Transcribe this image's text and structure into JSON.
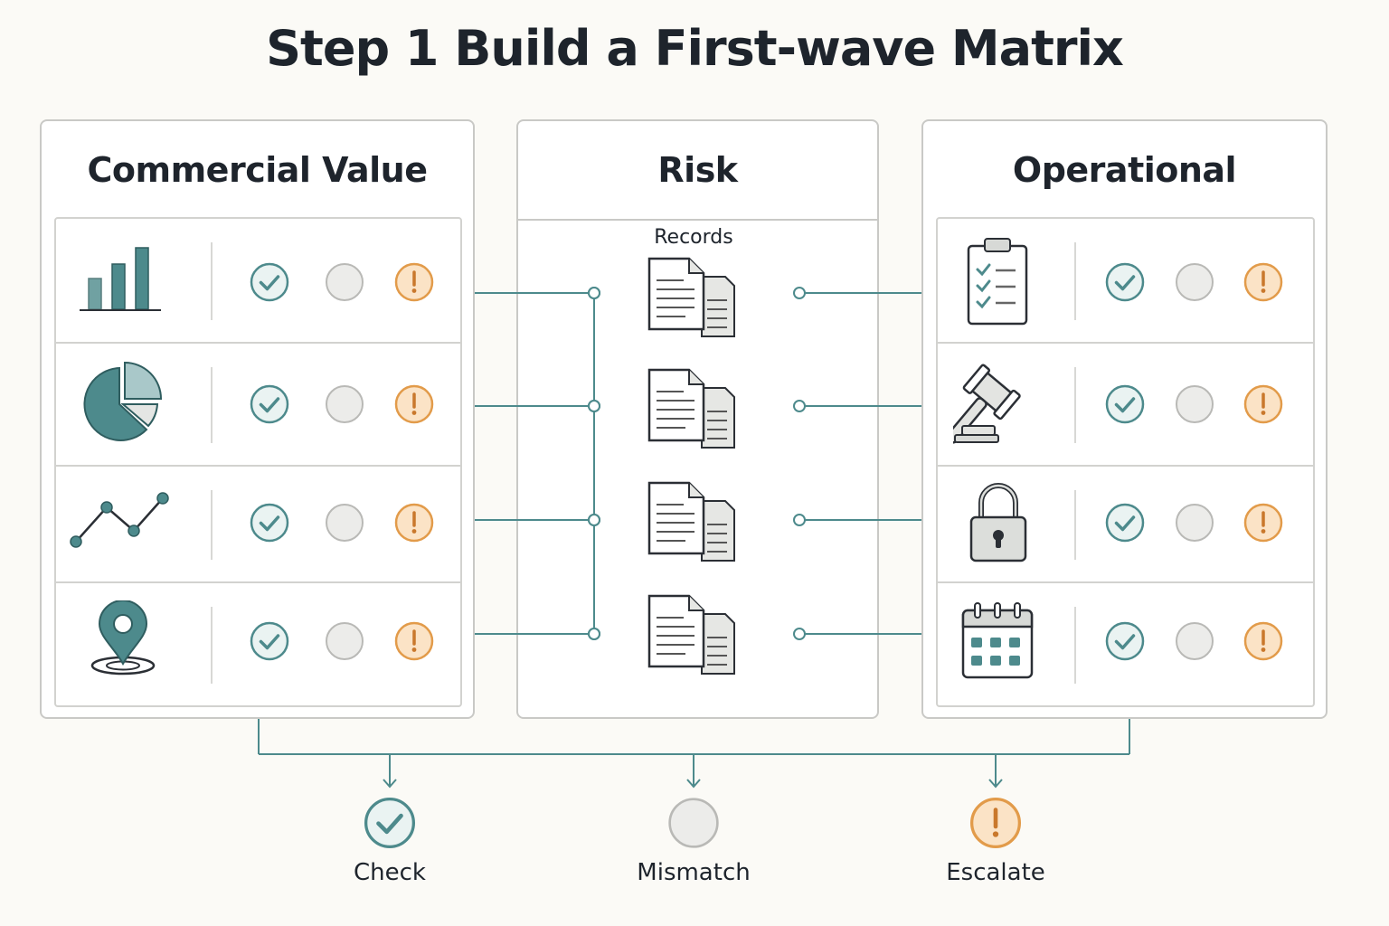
{
  "title": "Step 1 Build a First-wave Matrix",
  "colors": {
    "teal": "#4d8a8c",
    "teal_light": "#a9c8c9",
    "check_fill": "#eaf3f2",
    "neutral_fill": "#ececea",
    "neutral_stroke": "#b9b9b6",
    "escalate_fill": "#fbe3c6",
    "escalate_stroke": "#e29b4a",
    "line": "#4d8a8c"
  },
  "panels": {
    "commercial": {
      "title": "Commercial Value",
      "rows": [
        {
          "icon": "bar-chart-icon",
          "statuses": [
            "check",
            "neutral",
            "escalate"
          ]
        },
        {
          "icon": "pie-chart-icon",
          "statuses": [
            "check",
            "neutral",
            "escalate"
          ]
        },
        {
          "icon": "line-chart-icon",
          "statuses": [
            "check",
            "neutral",
            "escalate"
          ]
        },
        {
          "icon": "location-pin-icon",
          "statuses": [
            "check",
            "neutral",
            "escalate"
          ]
        }
      ]
    },
    "risk": {
      "title": "Risk",
      "records_label": "Records",
      "rows": [
        {
          "icon": "documents-icon"
        },
        {
          "icon": "documents-icon"
        },
        {
          "icon": "documents-icon"
        },
        {
          "icon": "documents-icon"
        }
      ]
    },
    "operational": {
      "title": "Operational Readiness",
      "rows": [
        {
          "icon": "clipboard-checklist-icon",
          "statuses": [
            "check",
            "neutral",
            "escalate"
          ]
        },
        {
          "icon": "gavel-icon",
          "statuses": [
            "check",
            "neutral",
            "escalate"
          ]
        },
        {
          "icon": "padlock-icon",
          "statuses": [
            "check",
            "neutral",
            "escalate"
          ]
        },
        {
          "icon": "calendar-icon",
          "statuses": [
            "check",
            "neutral",
            "escalate"
          ]
        }
      ]
    }
  },
  "legend": [
    {
      "status": "check",
      "label": "Check"
    },
    {
      "status": "neutral",
      "label": "Mismatch"
    },
    {
      "status": "escalate",
      "label": "Escalate"
    }
  ]
}
